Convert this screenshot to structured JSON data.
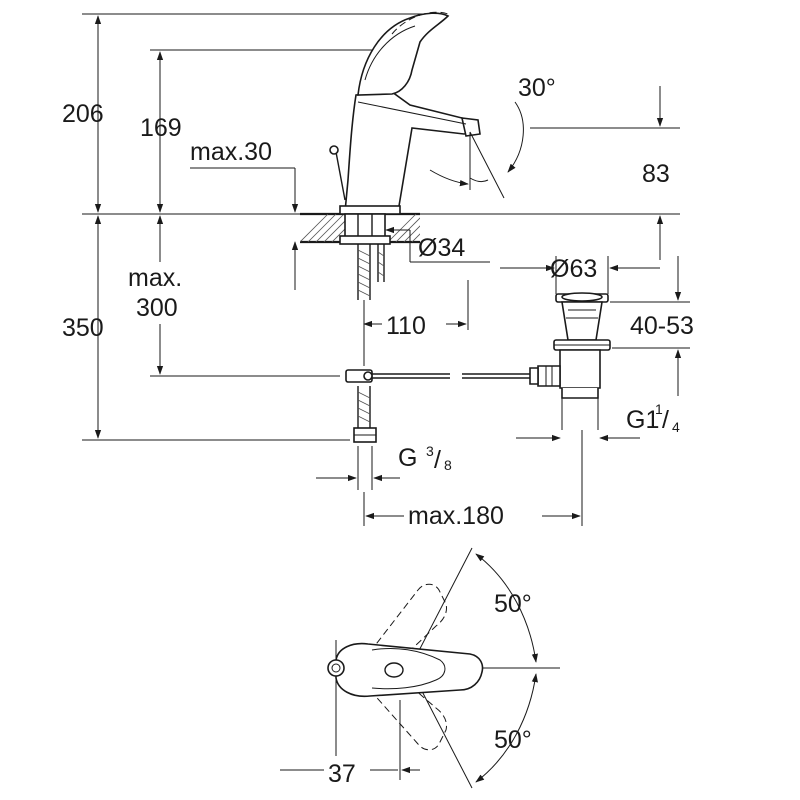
{
  "dimensions": {
    "overall_height": "206",
    "spout_height": "169",
    "max_deck_thickness": "max.30",
    "spout_angle": "30°",
    "spout_clearance": "83",
    "hole_diameter": "Ø34",
    "max_hose_length_line1": "max.",
    "max_hose_length_line2": "300",
    "spout_projection": "110",
    "below_deck_height": "350",
    "waste_diameter": "Ø63",
    "waste_range": "40-53",
    "waste_thread": "G1",
    "waste_thread_fraction_num": "1",
    "waste_thread_fraction_den": "4",
    "supply_thread": "G",
    "supply_thread_fraction_num": "3",
    "supply_thread_fraction_den": "8",
    "max_distance": "max.180",
    "lever_angle_top": "50°",
    "lever_angle_bottom": "50°",
    "lever_offset": "37"
  }
}
